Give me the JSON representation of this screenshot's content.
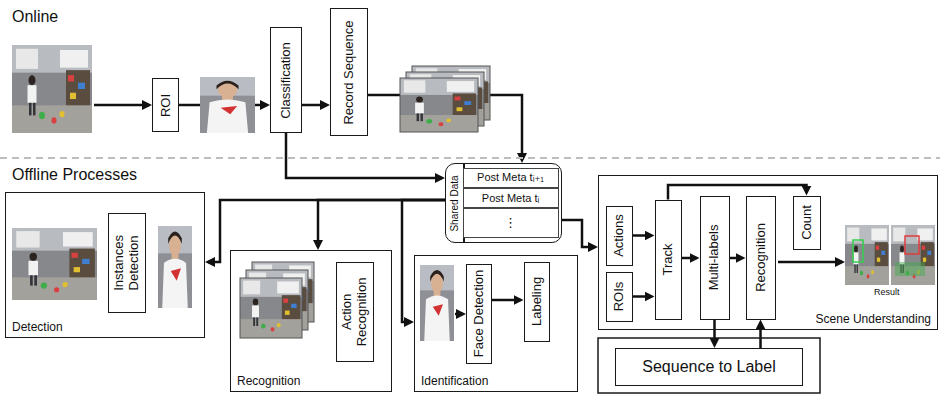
{
  "diagram": {
    "nodes": [
      {
        "text": [
          "ROI"
        ]
      },
      {
        "text": [
          "Classification"
        ]
      },
      {
        "text": [
          "Record Sequence"
        ]
      },
      {
        "text": [
          "Shared Data"
        ]
      },
      {
        "text": [
          "Post Meta tᵢ₊₁"
        ],
        "in": 3
      },
      {
        "text": [
          "Post Meta tᵢ"
        ],
        "in": 3
      },
      {
        "text": [
          "⋮"
        ],
        "in": 3
      },
      {
        "text": [
          "Detection"
        ]
      },
      {
        "text": [
          "Instances Detection"
        ],
        "in": 7
      },
      {
        "text": [
          "Recognition"
        ]
      },
      {
        "text": [
          "Action Recognition"
        ],
        "in": 9
      },
      {
        "text": [
          "Identification"
        ]
      },
      {
        "text": [
          "Face Detection"
        ],
        "in": 11
      },
      {
        "text": [
          "Labeling"
        ],
        "in": 11
      },
      {
        "text": [
          "Scene Understanding"
        ]
      },
      {
        "text": [
          "Actions"
        ],
        "in": 14
      },
      {
        "text": [
          "ROIs"
        ],
        "in": 14
      },
      {
        "text": [
          "Track"
        ],
        "in": 14
      },
      {
        "text": [
          "Multi-labels"
        ],
        "in": 14
      },
      {
        "text": [
          "Recognition"
        ],
        "in": 14
      },
      {
        "text": [
          "Count"
        ],
        "in": 14
      },
      {
        "text": [
          "Sequence to Label"
        ]
      }
    ],
    "edges": [
      {
        "from": 0,
        "to": 1,
        "arrow": "to"
      },
      {
        "from": 1,
        "to": 2,
        "arrow": "to"
      },
      {
        "from": 2,
        "to": 3,
        "arrow": "to"
      },
      {
        "from": 1,
        "to": 3,
        "arrow": "to"
      },
      {
        "from": 3,
        "to": 7,
        "arrow": "to"
      },
      {
        "from": 3,
        "to": 9,
        "arrow": "to"
      },
      {
        "from": 3,
        "to": 11,
        "arrow": "to"
      },
      {
        "from": 3,
        "to": 14,
        "arrow": "to"
      },
      {
        "from": 15,
        "to": 17,
        "arrow": "to"
      },
      {
        "from": 16,
        "to": 17,
        "arrow": "to"
      },
      {
        "from": 17,
        "to": 18,
        "arrow": "to"
      },
      {
        "from": 18,
        "to": 19,
        "arrow": "to"
      },
      {
        "from": 17,
        "to": 20,
        "arrow": "to"
      },
      {
        "from": 18,
        "to": 21,
        "arrow": "to"
      },
      {
        "from": 21,
        "to": 19,
        "arrow": "to"
      },
      {
        "from": 12,
        "to": 13,
        "arrow": "to"
      }
    ],
    "labels": [
      "Online",
      "Offline Processes",
      "Result"
    ]
  }
}
